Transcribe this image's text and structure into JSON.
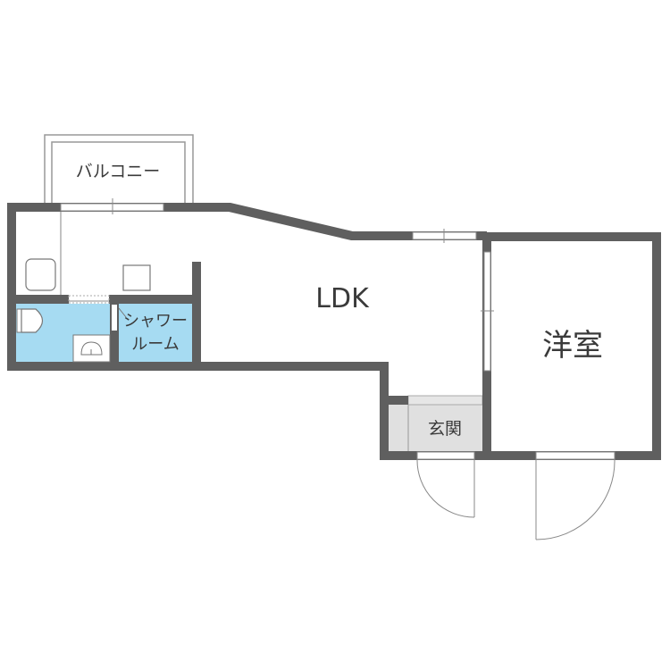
{
  "rooms": {
    "balcony": "バルコニー",
    "ldk": "LDK",
    "western_room": "洋室",
    "entrance": "玄関",
    "shower_line1": "シャワー",
    "shower_line2": "ルーム"
  },
  "colors": {
    "wall": "#5f5f5f",
    "wet_area": "#a6dbf2",
    "entrance_floor": "#e0e0e0",
    "line": "#8a8a8a"
  }
}
